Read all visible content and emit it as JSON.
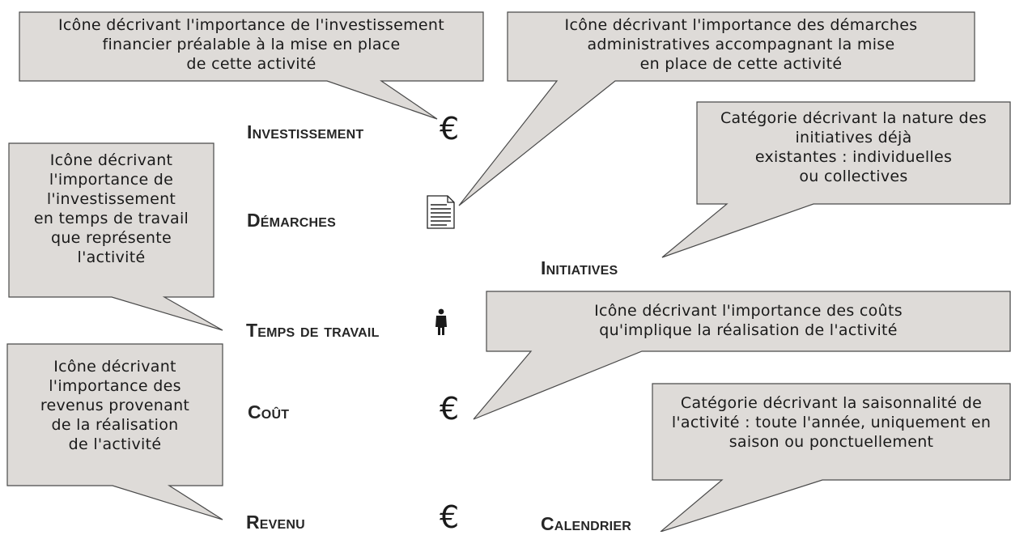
{
  "labels": {
    "investissement": "Investissement",
    "demarches": "Démarches",
    "temps_de_travail": "Temps de travail",
    "cout": "Coût",
    "revenu": "Revenu",
    "initiatives": "Initiatives",
    "calendrier": "Calendrier"
  },
  "icons": {
    "euro_symbol": "€",
    "investissement_icon": "euro-icon",
    "demarches_icon": "document-icon",
    "temps_de_travail_icon": "person-icon",
    "cout_icon": "euro-icon",
    "revenu_icon": "euro-icon"
  },
  "callouts": {
    "investissement": "Icône décrivant l'importance de l'investissement\nfinancier préalable  à la mise en place\nde cette activité",
    "demarches": "Icône décrivant l'importance des démarches\nadministratives accompagnant la mise\nen place de cette activité",
    "initiatives": "Catégorie décrivant la nature des\ninitiatives déjà\nexistantes : individuelles\nou collectives",
    "temps_de_travail": "Icône décrivant\nl'importance de\nl'investissement\nen temps de travail\nque représente\nl'activité",
    "cout": "Icône décrivant l'importance des coûts\nqu'implique la réalisation de l'activité",
    "revenu": "Icône décrivant\nl'importance des\nrevenus provenant\nde la réalisation\nde l'activité",
    "calendrier": "Catégorie décrivant la saisonnalité de\nl'activité :  toute l'année, uniquement en\nsaison ou ponctuellement"
  },
  "colors": {
    "callout_fill": "#dedbd8",
    "callout_stroke": "#4a4a4a"
  }
}
